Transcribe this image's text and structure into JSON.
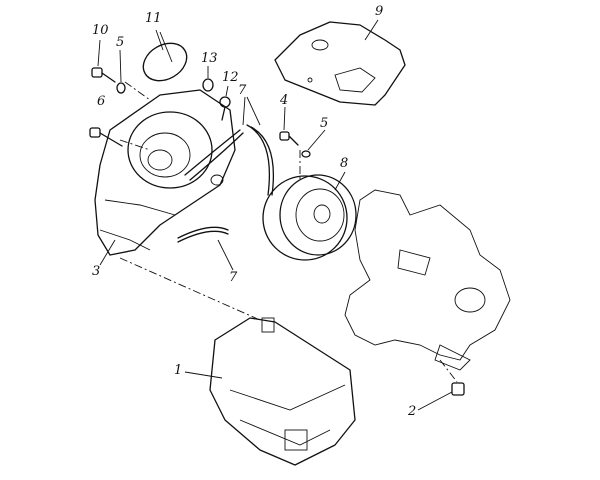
{
  "callouts": [
    {
      "id": "10",
      "text": "10"
    },
    {
      "id": "11",
      "text": "11"
    },
    {
      "id": "5a",
      "text": "5"
    },
    {
      "id": "13",
      "text": "13"
    },
    {
      "id": "12",
      "text": "12"
    },
    {
      "id": "9",
      "text": "9"
    },
    {
      "id": "6",
      "text": "6"
    },
    {
      "id": "7a",
      "text": "7"
    },
    {
      "id": "4",
      "text": "4"
    },
    {
      "id": "5b",
      "text": "5"
    },
    {
      "id": "8",
      "text": "8"
    },
    {
      "id": "3",
      "text": "3"
    },
    {
      "id": "7b",
      "text": "7"
    },
    {
      "id": "1",
      "text": "1"
    },
    {
      "id": "2",
      "text": "2"
    }
  ]
}
